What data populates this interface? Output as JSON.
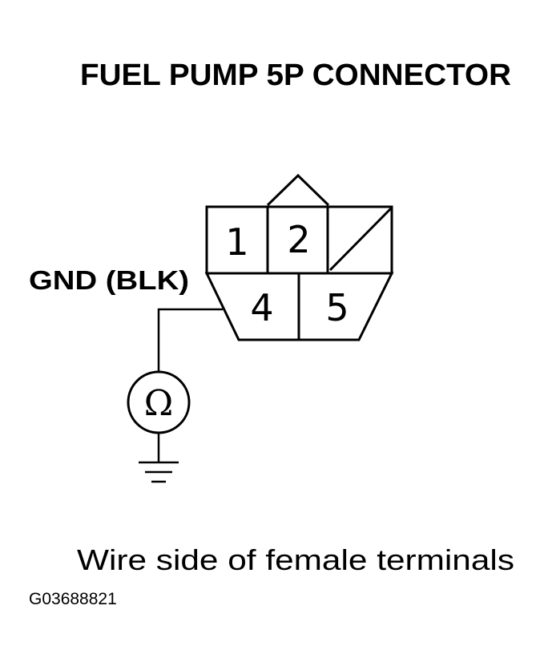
{
  "title": "FUEL PUMP 5P CONNECTOR",
  "wire_label": "GND (BLK)",
  "connector": {
    "pins": [
      "1",
      "2",
      "4",
      "5"
    ]
  },
  "meter_symbol": "Ω",
  "caption": "Wire side of female terminals",
  "figure_code": "G03688821"
}
